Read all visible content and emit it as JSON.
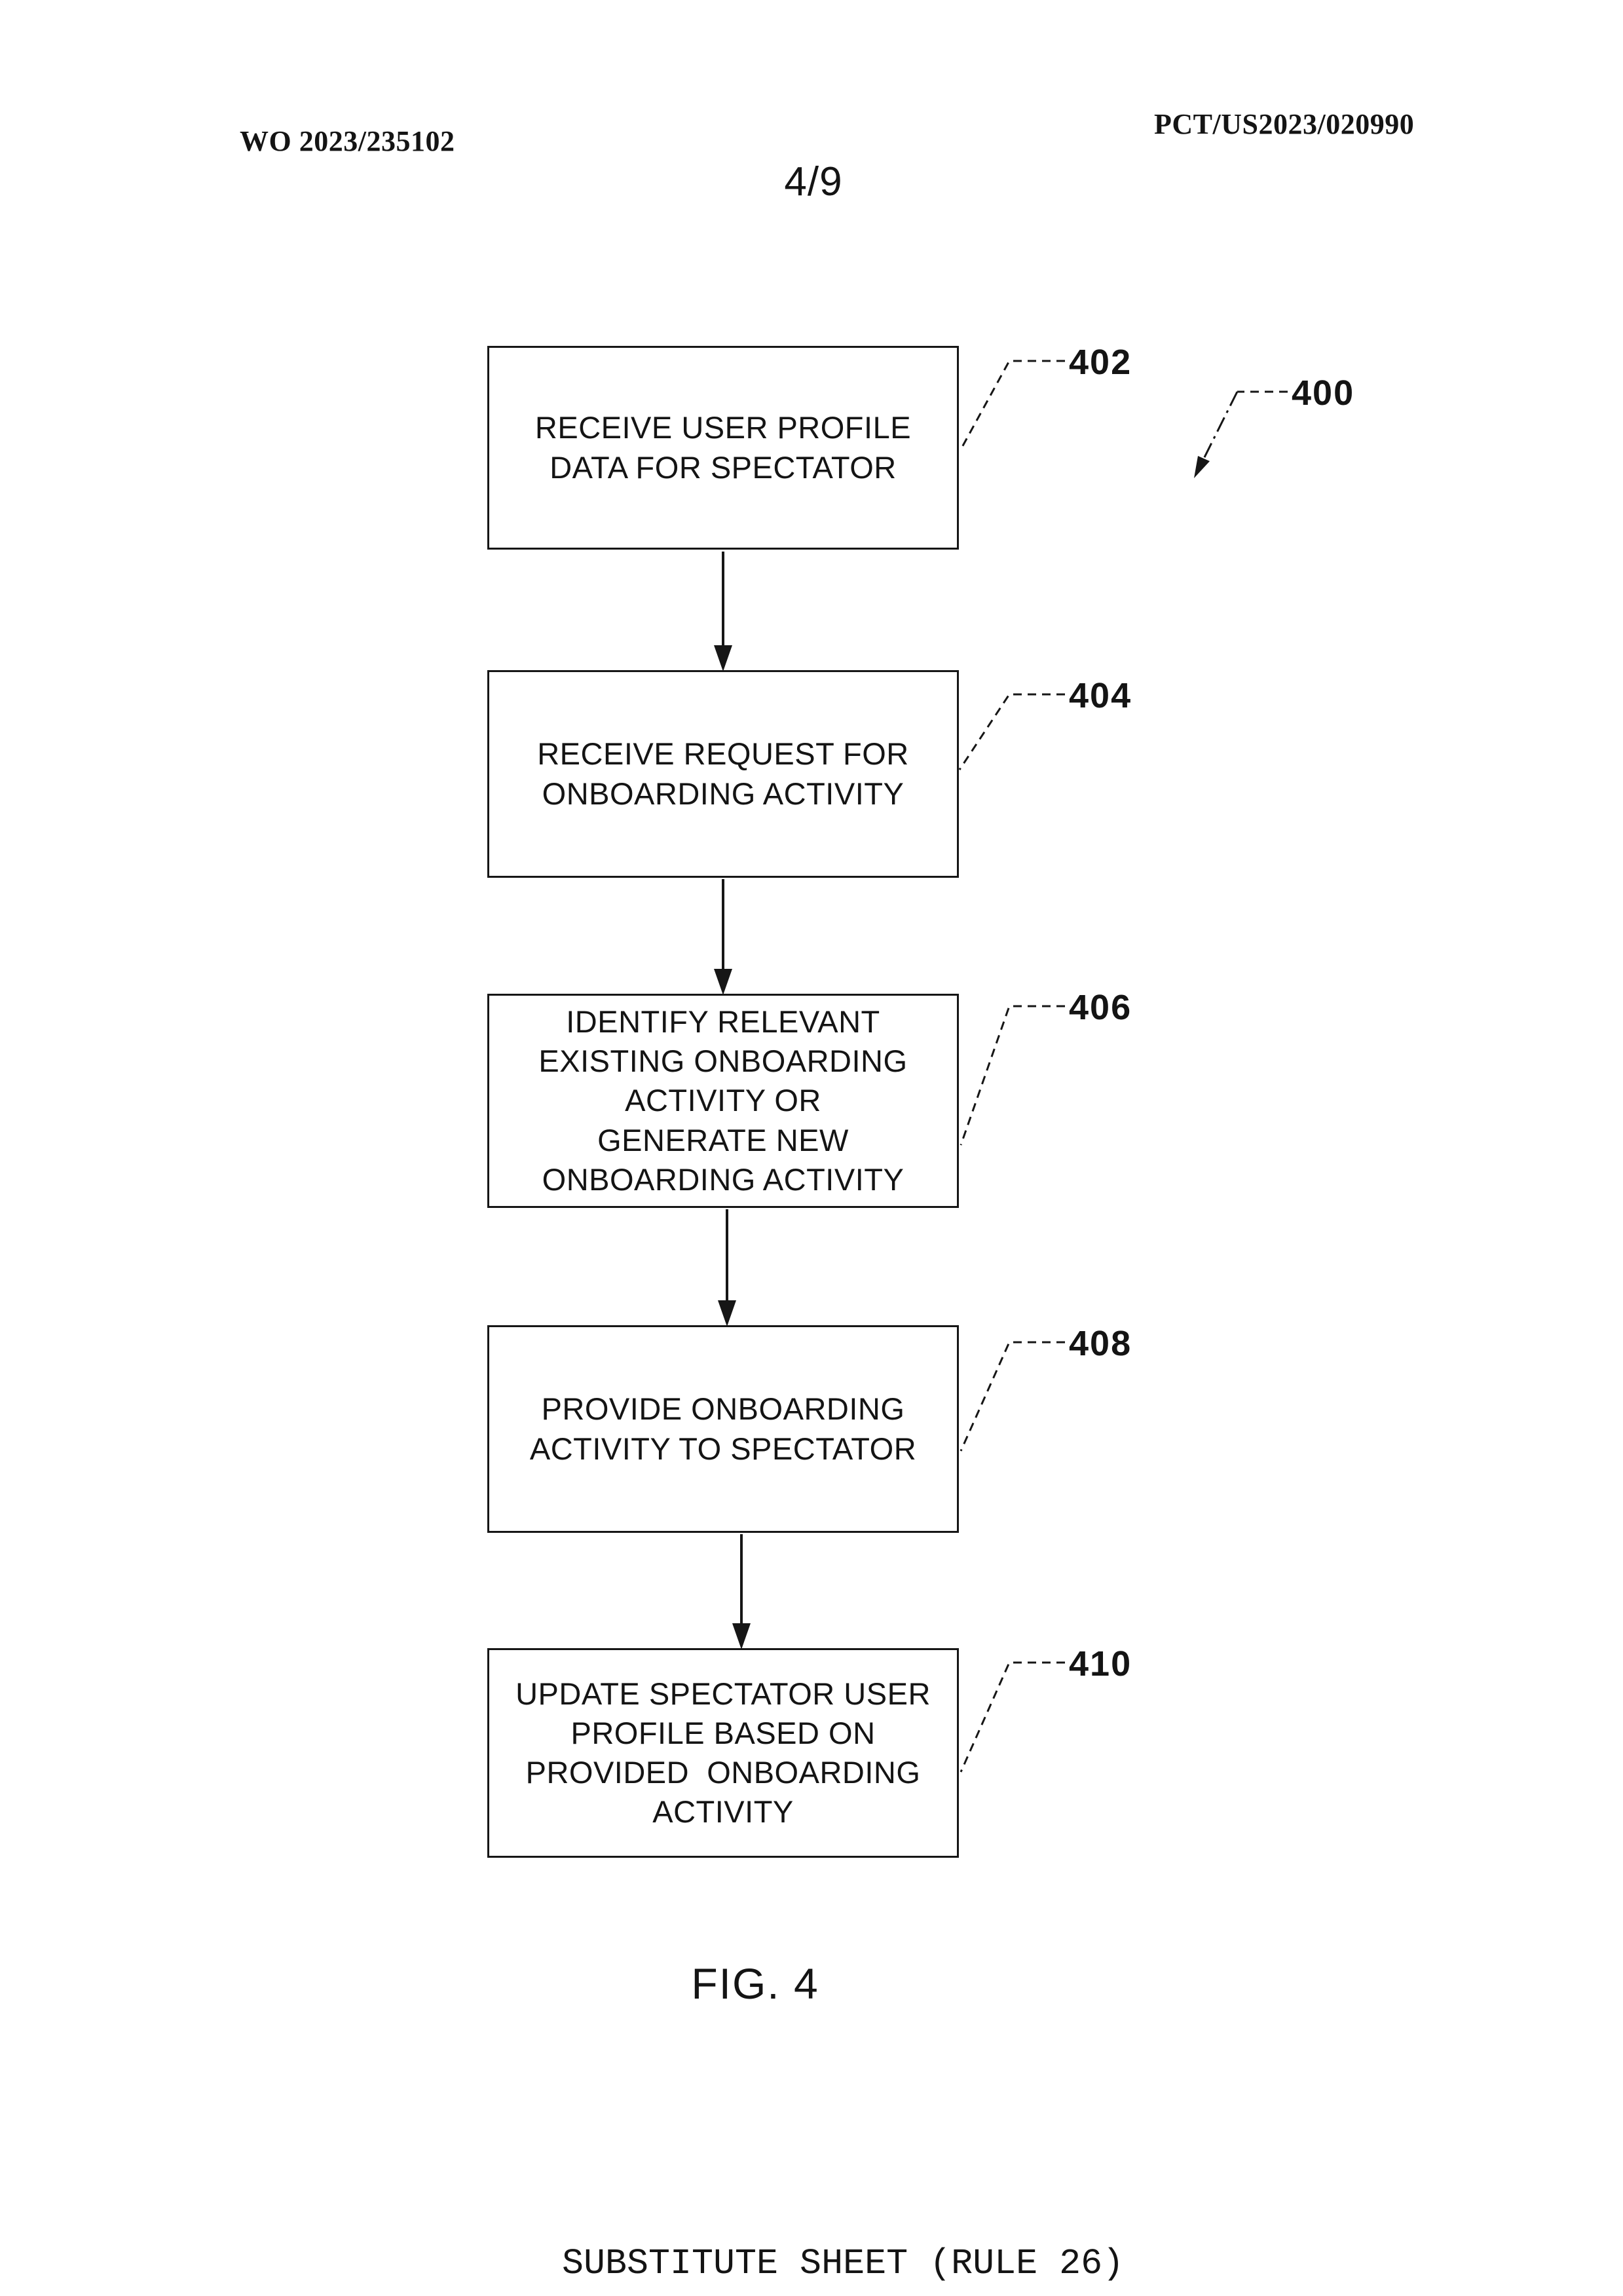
{
  "header": {
    "publication_number": "WO 2023/235102",
    "application_number": "PCT/US2023/020990",
    "sheet_indicator": "4/9"
  },
  "diagram": {
    "reference_label": "400",
    "steps": [
      {
        "ref": "402",
        "text": "RECEIVE USER PROFILE\nDATA FOR SPECTATOR"
      },
      {
        "ref": "404",
        "text": "RECEIVE REQUEST FOR\nONBOARDING ACTIVITY"
      },
      {
        "ref": "406",
        "text": "IDENTIFY RELEVANT\nEXISTING ONBOARDING\nACTIVITY OR\nGENERATE NEW\nONBOARDING ACTIVITY"
      },
      {
        "ref": "408",
        "text": "PROVIDE ONBOARDING\nACTIVITY TO SPECTATOR"
      },
      {
        "ref": "410",
        "text": "UPDATE SPECTATOR USER\nPROFILE BASED ON\nPROVIDED  ONBOARDING\nACTIVITY"
      }
    ],
    "caption": "FIG. 4"
  },
  "footer": {
    "text": "SUBSTITUTE SHEET (RULE 26)"
  },
  "colors": {
    "ink": "#161616",
    "paper": "#ffffff"
  }
}
